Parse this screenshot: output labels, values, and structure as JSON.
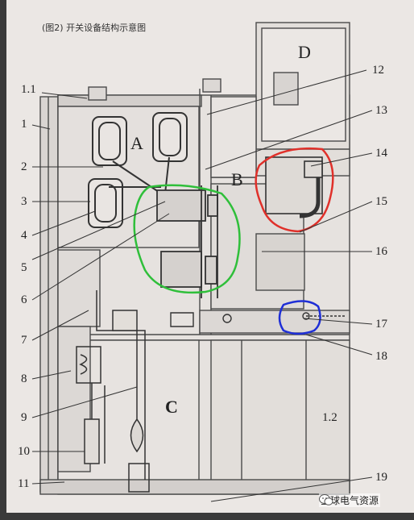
{
  "caption": "(图2) 开关设备结构示意图",
  "sections": {
    "a": "A",
    "b": "B",
    "c": "C",
    "d": "D"
  },
  "callouts": {
    "c1_1": "1.1",
    "c1": "1",
    "c2": "2",
    "c3": "3",
    "c4": "4",
    "c5": "5",
    "c6": "6",
    "c7": "7",
    "c8": "8",
    "c9": "9",
    "c10": "10",
    "c11": "11",
    "c12": "12",
    "c13": "13",
    "c14": "14",
    "c15": "15",
    "c16": "16",
    "c17": "17",
    "c18": "18",
    "c1_2": "1.2",
    "c19": "19"
  },
  "watermark": "全球电气资源",
  "annotation_colors": {
    "green": "#2fbf3a",
    "red": "#e0302a",
    "blue": "#1f2fd6"
  }
}
